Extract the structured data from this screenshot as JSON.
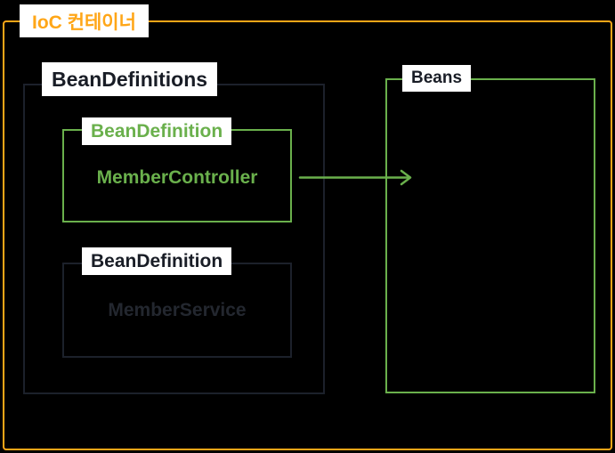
{
  "colors": {
    "background": "#000000",
    "accent_orange": "#ffa617",
    "accent_green": "#6ab04c",
    "box_border_dark": "#1c212b",
    "text_dark": "#191d26",
    "text_muted_dark": "#23272f",
    "label_background": "#ffffff"
  },
  "diagram": {
    "title": "IoC 컨테이너",
    "bean_definitions": {
      "label": "BeanDefinitions",
      "definitions": [
        {
          "label": "BeanDefinition",
          "class_name": "MemberController",
          "state": "active"
        },
        {
          "label": "BeanDefinition",
          "class_name": "MemberService",
          "state": "inactive"
        }
      ]
    },
    "beans": {
      "label": "Beans"
    },
    "arrow": {
      "from": "MemberController",
      "to": "Beans"
    }
  }
}
